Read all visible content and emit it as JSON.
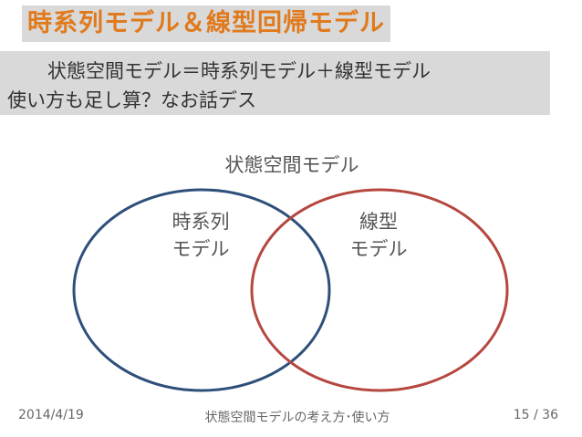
{
  "slide": {
    "title": "時系列モデル＆線型回帰モデル",
    "banner_line1": "状態空間モデル＝時系列モデル＋線型モデル",
    "banner_line2": "使い方も足し算？なお話デス"
  },
  "diagram": {
    "outer_label": "状態空間モデル",
    "left_set": {
      "line1": "時系列",
      "line2": "モデル",
      "color": "#2e4f7a"
    },
    "right_set": {
      "line1": "線型",
      "line2": "モデル",
      "color": "#b5473f"
    }
  },
  "footer": {
    "date": "2014/4/19",
    "presentation_title": "状態空間モデルの考え方･使い方",
    "page": "15 / 36"
  }
}
